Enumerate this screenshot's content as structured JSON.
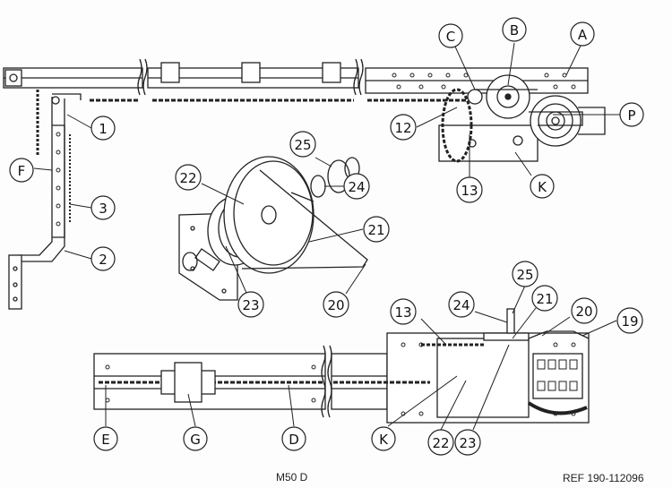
{
  "diagram": {
    "model_label": "M50 D",
    "reference_label": "REF 190-112096",
    "callouts": {
      "A": "A",
      "B": "B",
      "C": "C",
      "P": "P",
      "K_top": "K",
      "n12": "12",
      "n13_top": "13",
      "n25_top": "25",
      "n24_top": "24",
      "n22_top": "22",
      "n21_top": "21",
      "n20_top": "20",
      "n23_top": "23",
      "n1": "1",
      "F": "F",
      "n3": "3",
      "n2": "2",
      "n13_bot": "13",
      "n24_bot": "24",
      "n25_bot": "25",
      "n21_bot": "21",
      "n20_bot": "20",
      "n19": "19",
      "E": "E",
      "G": "G",
      "D": "D",
      "K_bot": "K",
      "n22_bot": "22",
      "n23_bot": "23"
    }
  }
}
